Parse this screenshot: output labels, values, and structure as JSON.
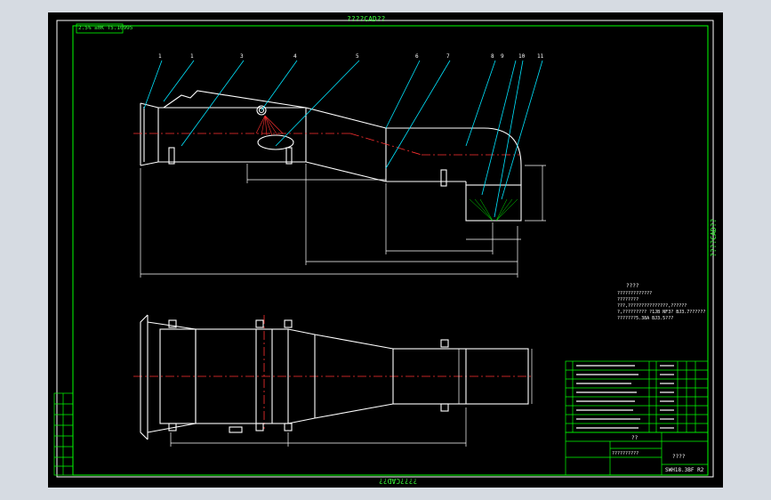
{
  "sheet": {
    "title_top": "????CAD??",
    "title_bottom": "????CAD??",
    "title_right": "????CAD??",
    "drawing_no": "2.5%  ≤0K  T5.10995"
  },
  "leaders": [
    "1",
    "1",
    "3",
    "4",
    "5",
    "6",
    "7",
    "8",
    "9",
    "10",
    "11"
  ],
  "notes": {
    "heading": "????",
    "lines": [
      "?????????????",
      "????????",
      "???,???????????????,??????",
      "?,????????? ?1JB  NF3?  BJ3.7??????",
      "???????5.38A  BJ3.5???"
    ]
  },
  "title_block": {
    "caption": "??",
    "name": "????",
    "drawing": "SWH18.3BF  R2",
    "company": "??????????"
  },
  "colors": {
    "background": "#000000",
    "frame": "#ffffff",
    "border": "#00ff00",
    "centerline": "#ff3030",
    "dimension": "#00e000",
    "leader": "#00e5ff"
  }
}
